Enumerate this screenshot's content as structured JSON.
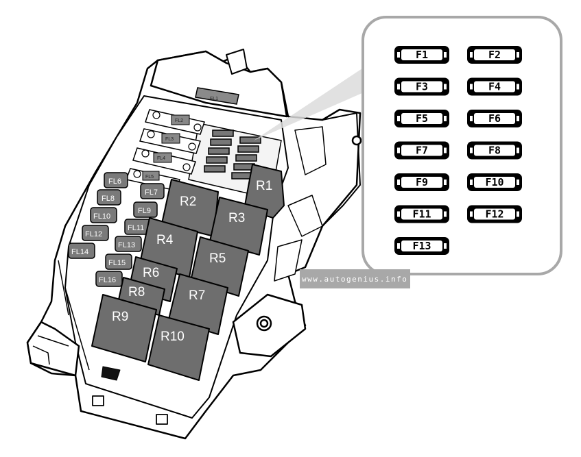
{
  "relays": [
    "R1",
    "R2",
    "R3",
    "R4",
    "R5",
    "R6",
    "R7",
    "R8",
    "R9",
    "R10"
  ],
  "fusible_links": [
    "FL1",
    "FL2",
    "FL3",
    "FL4",
    "FL5",
    "FL6",
    "FL7",
    "FL8",
    "FL9",
    "FL10",
    "FL11",
    "FL12",
    "FL13",
    "FL14",
    "FL15",
    "FL16"
  ],
  "inset_fuses": [
    "F1",
    "F2",
    "F3",
    "F4",
    "F5",
    "F6",
    "F7",
    "F8",
    "F9",
    "F10",
    "F11",
    "F12",
    "F13"
  ],
  "watermark": "www.autogenius.info",
  "colors": {
    "relay": "#6e6e6e",
    "module": "#7a7a7a",
    "outline": "#000000",
    "inset_border": "#a8a8a8"
  }
}
